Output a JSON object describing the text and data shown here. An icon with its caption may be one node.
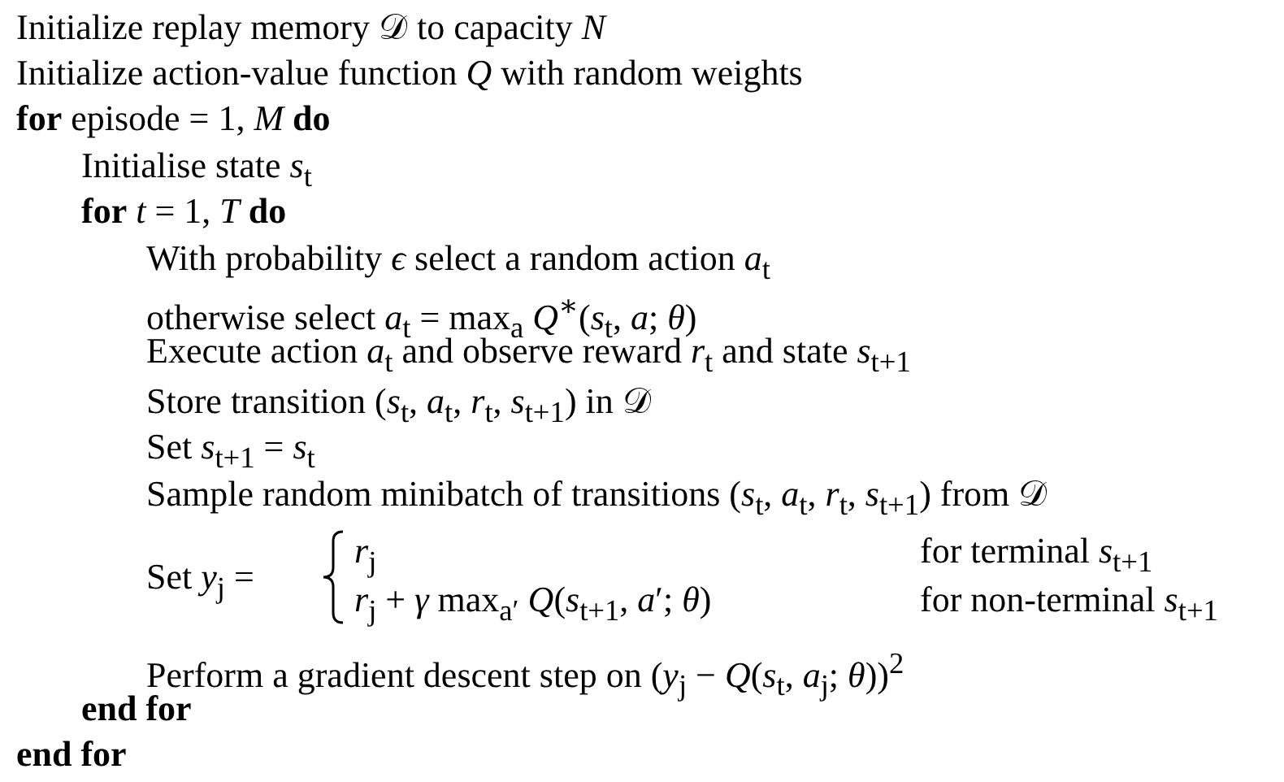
{
  "diagram": {
    "labels": [
      "Initialize replay memory 𝒟 to capacity *N*",
      "Initialize action-value function *Q* with random weights",
      "**for** episode = 1, *M* **do**",
      "Initialise state *s*$_{t}$",
      "**for** *t* = 1, *T* **do**",
      "With probability *ϵ* select a random action *a*$_{t}$",
      "otherwise select *a*$_{t}$ = max$_{a}$ *Q*$^{∗}$(*s*$_{t}$, *a*; *θ*)",
      "Execute action *a*$_{t}$ and observe reward *r*$_{t}$ and state *s*$_{t+1}$",
      "Store transition (*s*$_{t}$, *a*$_{t}$, *r*$_{t}$, *s*$_{t+1}$) in 𝒟",
      "Set *s*$_{t+1}$ = *s*$_{t}$",
      "Sample random minibatch of transitions (*s*$_{t}$, *a*$_{t}$, *r*$_{t}$, *s*$_{t+1}$) from 𝒟",
      "Set *y*$_{j}$ =",
      "*r*$_{j}$",
      "for terminal *s*$_{t+1}$",
      "*r*$_{j}$ + *γ* max$_{a′}$ *Q*(*s*$_{t+1}$, *a*′; *θ*)",
      "for non-terminal *s*$_{t+1}$",
      "Perform a gradient descent step on (*y*$_{j}$ − *Q*(*s*$_{t}$, *a*$_{j}$; *θ*))$^{2}$",
      "end for",
      "end for"
    ]
  }
}
